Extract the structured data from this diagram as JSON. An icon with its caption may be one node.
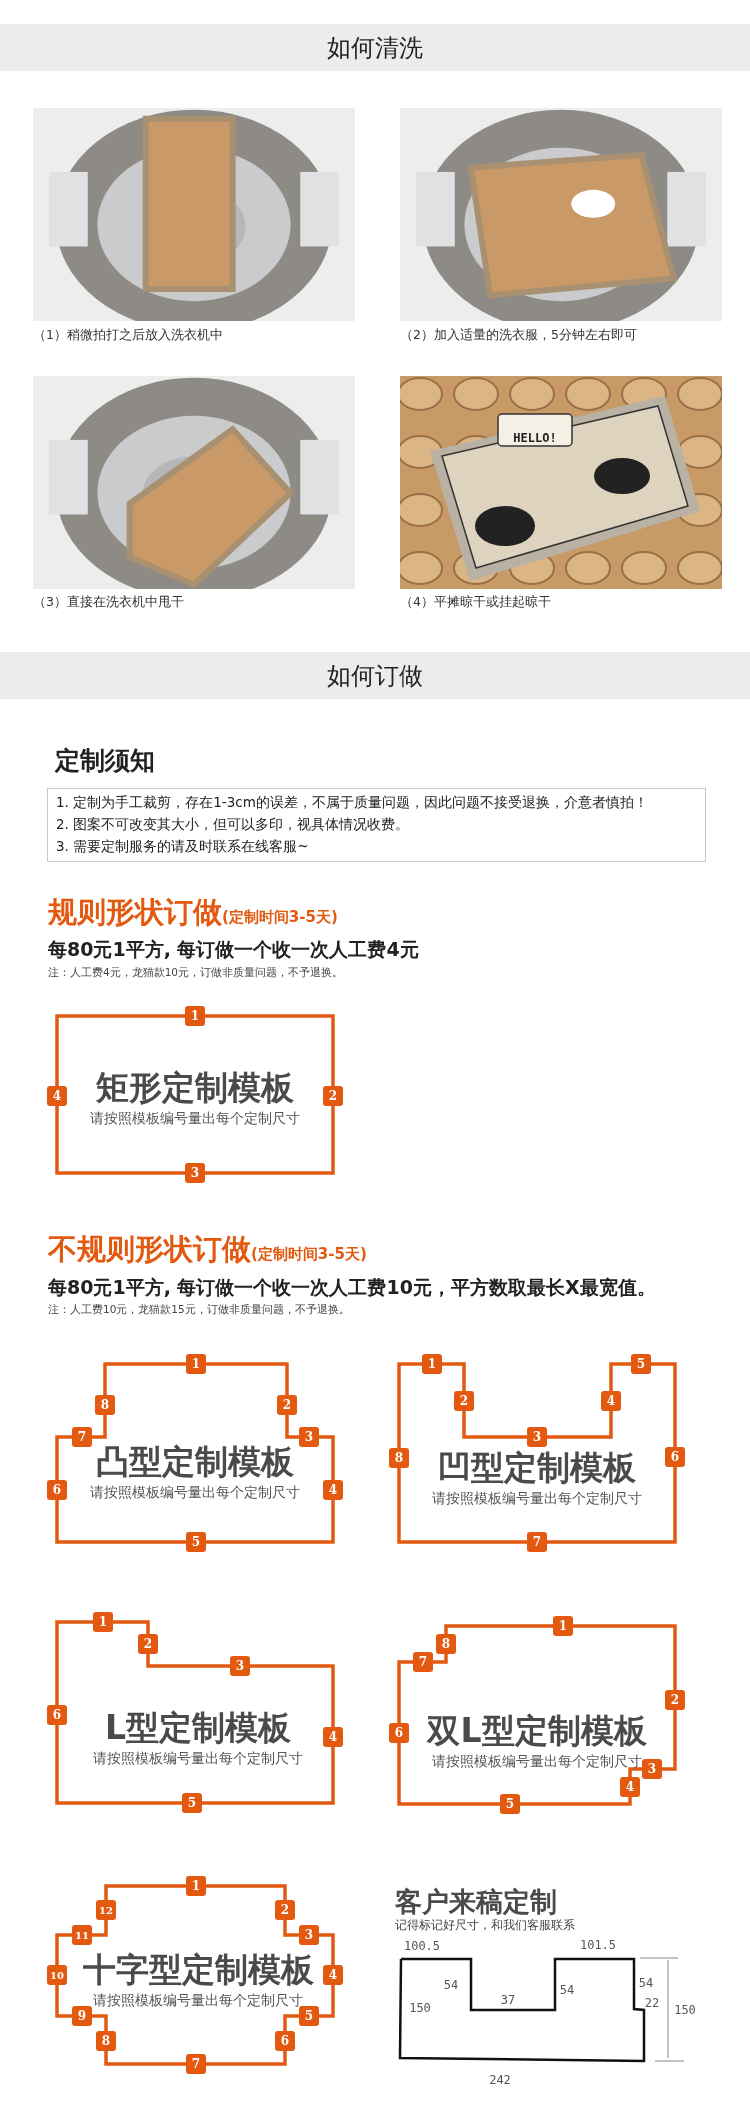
{
  "diagram": {
    "nodes": [
      {
        "text": [
          "如何清洗"
        ]
      },
      {
        "text": [
          "如何订做"
        ]
      },
      {
        "text": [
          "定制须知",
          "1. 定制为手工裁剪，存在1-3cm的误差，不属于质量问题，因此问题不接受退换，介意者慎拍！",
          "2. 图案不可改变其大小，但可以多印，视具体情况收费。",
          "3. 需要定制服务的请及时联系在线客服~"
        ]
      },
      {
        "text": [
          "矩形定制模板",
          "请按照模板编号量出每个定制尺寸"
        ]
      },
      {
        "text": [
          "1"
        ]
      },
      {
        "text": [
          "2"
        ]
      },
      {
        "text": [
          "3"
        ]
      },
      {
        "text": [
          "4"
        ]
      },
      {
        "text": [
          "凸型定制模板",
          "请按照模板编号量出每个定制尺寸"
        ]
      },
      {
        "text": [
          "1"
        ]
      },
      {
        "text": [
          "2"
        ]
      },
      {
        "text": [
          "3"
        ]
      },
      {
        "text": [
          "4"
        ]
      },
      {
        "text": [
          "5"
        ]
      },
      {
        "text": [
          "6"
        ]
      },
      {
        "text": [
          "7"
        ]
      },
      {
        "text": [
          "8"
        ]
      },
      {
        "text": [
          "凹型定制模板",
          "请按照模板编号量出每个定制尺寸"
        ]
      },
      {
        "text": [
          "1"
        ]
      },
      {
        "text": [
          "2"
        ]
      },
      {
        "text": [
          "3"
        ]
      },
      {
        "text": [
          "4"
        ]
      },
      {
        "text": [
          "5"
        ]
      },
      {
        "text": [
          "6"
        ]
      },
      {
        "text": [
          "7"
        ]
      },
      {
        "text": [
          "8"
        ]
      },
      {
        "text": [
          "L型定制模板",
          "请按照模板编号量出每个定制尺寸"
        ]
      },
      {
        "text": [
          "1"
        ]
      },
      {
        "text": [
          "2"
        ]
      },
      {
        "text": [
          "3"
        ]
      },
      {
        "text": [
          "4"
        ]
      },
      {
        "text": [
          "5"
        ]
      },
      {
        "text": [
          "6"
        ]
      },
      {
        "text": [
          "双L型定制模板",
          "请按照模板编号量出每个定制尺寸"
        ]
      },
      {
        "text": [
          "1"
        ]
      },
      {
        "text": [
          "2"
        ]
      },
      {
        "text": [
          "3"
        ]
      },
      {
        "text": [
          "4"
        ]
      },
      {
        "text": [
          "5"
        ]
      },
      {
        "text": [
          "6"
        ]
      },
      {
        "text": [
          "7"
        ]
      },
      {
        "text": [
          "8"
        ]
      },
      {
        "text": [
          "十字型定制模板",
          "请按照模板编号量出每个定制尺寸"
        ]
      },
      {
        "text": [
          "1"
        ]
      },
      {
        "text": [
          "2"
        ]
      },
      {
        "text": [
          "3"
        ]
      },
      {
        "text": [
          "4"
        ]
      },
      {
        "text": [
          "5"
        ]
      },
      {
        "text": [
          "6"
        ]
      },
      {
        "text": [
          "7"
        ]
      },
      {
        "text": [
          "8"
        ]
      },
      {
        "text": [
          "9"
        ]
      },
      {
        "text": [
          "10"
        ]
      },
      {
        "text": [
          "11"
        ]
      },
      {
        "text": [
          "12"
        ]
      }
    ],
    "labels": [
      "（1）稍微拍打之后放入洗衣机中",
      "（2）加入适量的洗衣服，5分钟左右即可",
      "HELLO!",
      "（3）直接在洗衣机中甩干",
      "（4）平摊晾干或挂起晾干",
      "规则形状订做",
      "(定制时间3-5天)",
      "每80元1平方, 每订做一个收一次人工费4元",
      "注：人工费4元，龙猫款10元，订做非质量问题，不予退换。",
      "不规则形状订做",
      "(定制时间3-5天)",
      "每80元1平方, 每订做一个收一次人工费10元，平方数取最长X最宽值。",
      "注：人工费10元，龙猫款15元，订做非质量问题，不予退换。",
      "客户来稿定制",
      "记得标记好尺寸，和我们客服联系",
      "100.5",
      "101.5",
      "54",
      "54",
      "54",
      "37",
      "22",
      "150",
      "150",
      "242"
    ]
  }
}
